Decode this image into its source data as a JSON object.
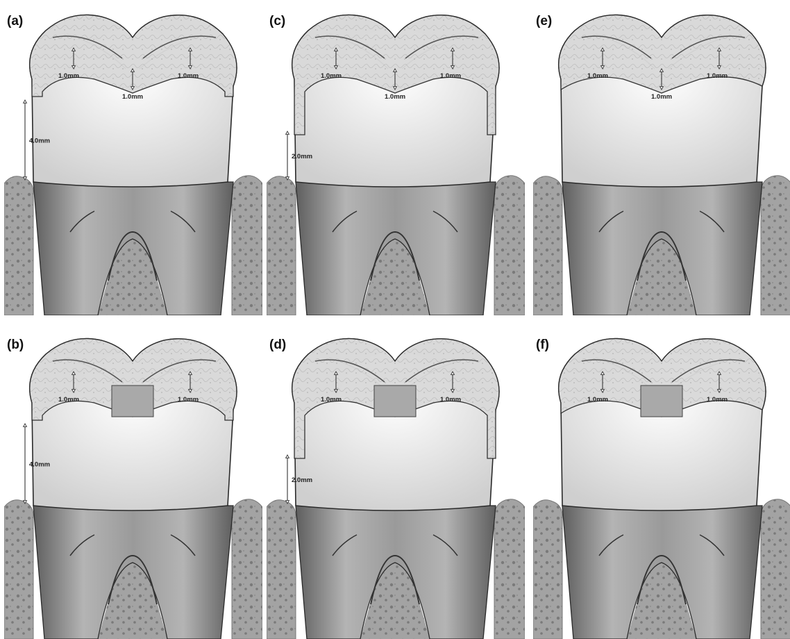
{
  "panels": [
    {
      "id": "a",
      "label": "(a)",
      "inlay": false,
      "box": true,
      "thickness_label": "1.0mm",
      "height_label": "4.0mm",
      "labels": {
        "left": "1.0mm",
        "right": "1.0mm",
        "center": "1.0mm"
      }
    },
    {
      "id": "c",
      "label": "(c)",
      "inlay": false,
      "box": true,
      "thickness_label": "1.0mm",
      "height_label": "2.0mm",
      "labels": {
        "left": "1.0mm",
        "right": "1.0mm",
        "center": "1.0mm"
      }
    },
    {
      "id": "e",
      "label": "(e)",
      "inlay": false,
      "box": false,
      "thickness_label": "1.0mm",
      "height_label": "",
      "labels": {
        "left": "1.0mm",
        "right": "1.0mm",
        "center": "1.0mm"
      }
    },
    {
      "id": "b",
      "label": "(b)",
      "inlay": true,
      "box": true,
      "thickness_label": "1.0mm",
      "height_label": "4.0mm",
      "labels": {
        "left": "1.0mm",
        "right": "1.0mm"
      }
    },
    {
      "id": "d",
      "label": "(d)",
      "inlay": true,
      "box": true,
      "thickness_label": "1.0mm",
      "height_label": "2.0mm",
      "labels": {
        "left": "1.0mm",
        "right": "1.0mm"
      }
    },
    {
      "id": "f",
      "label": "(f)",
      "inlay": true,
      "box": false,
      "thickness_label": "1.0mm",
      "height_label": "",
      "labels": {
        "left": "1.0mm",
        "right": "1.0mm"
      }
    }
  ],
  "colors": {
    "gum": "#9b9b9b",
    "bone_speckle": "#7a7a7a",
    "root_dark": "#5e5e5e",
    "root_light": "#b4b4b4",
    "crown_white": "#f3f3f3",
    "restoration": "#d9d9d9",
    "inlay": "#a9a9a9",
    "outline": "#2a2a2a"
  }
}
